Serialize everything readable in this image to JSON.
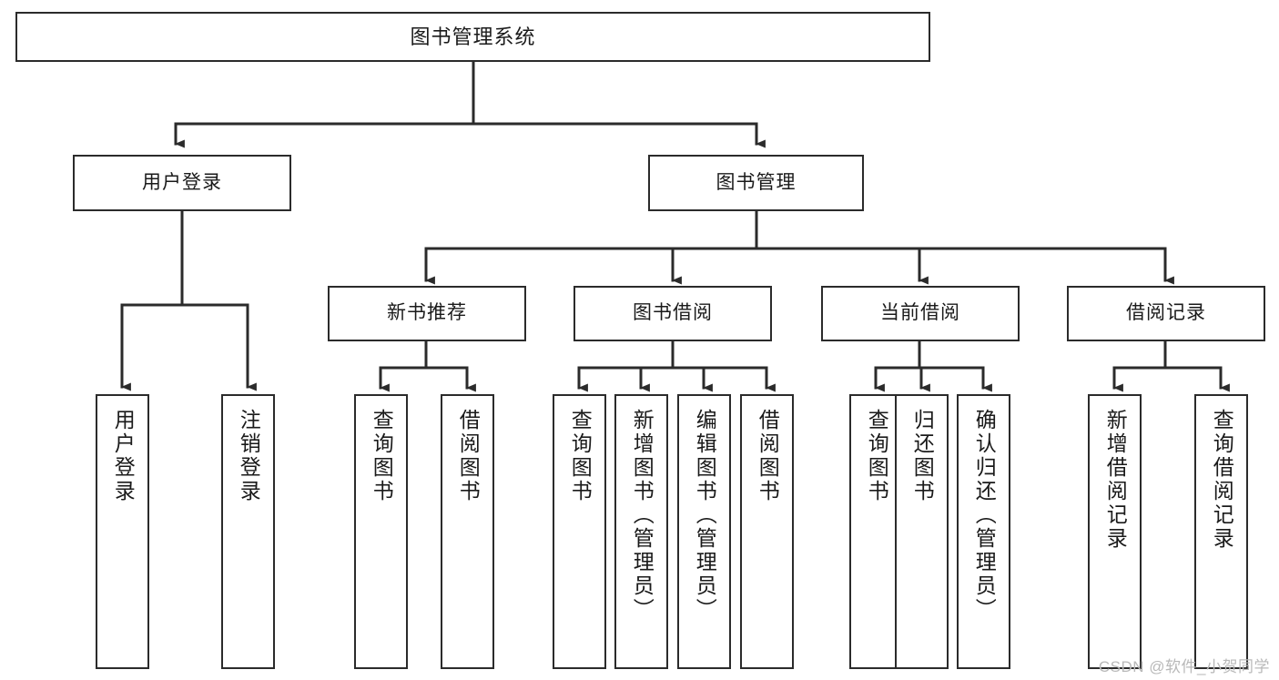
{
  "diagram": {
    "title": "图书管理系统",
    "type": "tree-structure-diagram",
    "colors": {
      "stroke": "#2b2b2b",
      "fill": "#ffffff",
      "text": "#1a1a1a",
      "watermark": "#b9b9b9"
    }
  },
  "root": {
    "label": "图书管理系统"
  },
  "level2": {
    "user_login": {
      "label": "用户登录"
    },
    "book_manage": {
      "label": "图书管理"
    }
  },
  "level3": {
    "new_book_rec": {
      "label": "新书推荐"
    },
    "book_borrow": {
      "label": "图书借阅"
    },
    "current_borrow": {
      "label": "当前借阅"
    },
    "borrow_record": {
      "label": "借阅记录"
    }
  },
  "leaves": {
    "user_login": [
      {
        "label": "用户登录"
      },
      {
        "label": "注销登录"
      }
    ],
    "new_book_rec": [
      {
        "label": "查询图书"
      },
      {
        "label": "借阅图书"
      }
    ],
    "book_borrow": [
      {
        "label": "查询图书"
      },
      {
        "label": "新增图书（管理员）"
      },
      {
        "label": "编辑图书（管理员）"
      },
      {
        "label": "借阅图书"
      }
    ],
    "current_borrow": [
      {
        "label": "查询图书"
      },
      {
        "label": "归还图书"
      },
      {
        "label": "确认归还（管理员）"
      }
    ],
    "borrow_record": [
      {
        "label": "新增借阅记录"
      },
      {
        "label": "查询借阅记录"
      }
    ]
  },
  "watermark": {
    "text": "CSDN @软件_小贺同学"
  }
}
